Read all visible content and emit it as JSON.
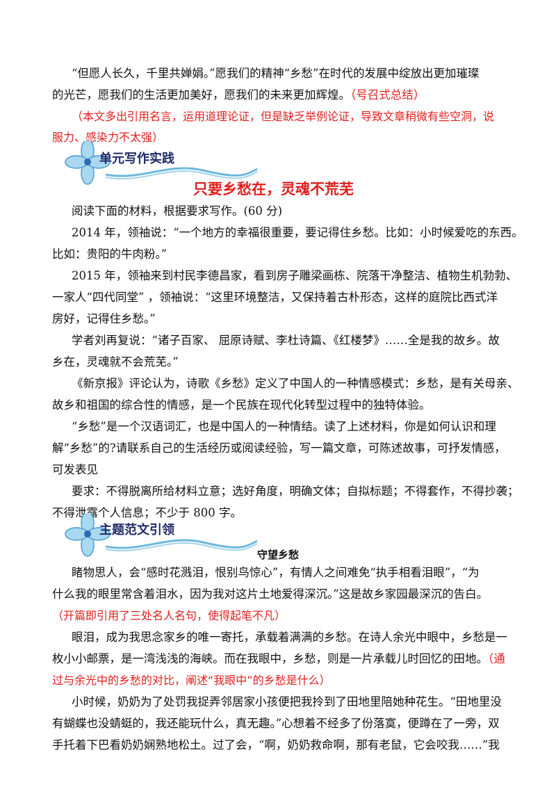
{
  "p1": {
    "l1": "“但愿人长久，千里共婵娟。”愿我们的精神“乡愁”在时代的发展中绽放出更加璀璨",
    "l2a": "的光芒，愿我们的生活更加美好，愿我们的未来更加辉煌。",
    "l2b": "（号召式总结）"
  },
  "comment1": {
    "l1": "（本文多出引用名言，运用道理论证，但是缺乏举例论证，导致文章稍微有些空洞，说",
    "l2": "服力、感染力不太强）"
  },
  "section1": {
    "heading": "单元写作实践",
    "subtitle": "只要乡愁在，灵魂不荒芜"
  },
  "task": {
    "intro": "阅读下面的材料，根据要求写作。(60 分)",
    "m1_l1": "2014 年，领袖说：“一个地方的幸福很重要，要记得住乡愁。比如：小时候爱吃的东西。",
    "m1_l2": "比如：贵阳的牛肉粉。”",
    "m2_l1": "2015 年，领袖来到村民李德昌家，看到房子雕梁画栋、院落干净整洁、植物生机勃勃、",
    "m2_l2": "一家人“四代同堂” ，领袖说：“这里环境整洁，又保持着古朴形态，这样的庭院比西式洋",
    "m2_l3": "房好，记得住乡愁。”",
    "m3_l1": "学者刘再复说：“诸子百家、 屈原诗赋、李杜诗篇、《红楼梦》……全是我的故乡。故",
    "m3_l2": "乡在，灵魂就不会荒芜。”",
    "m4_l1": "《新京报》评论认为，诗歌《乡愁》定义了中国人的一种情感模式：乡愁，是有关母亲、",
    "m4_l2": "故乡和祖国的综合性的情感，是一个民族在现代化转型过程中的独特体验。",
    "q_l1": "“乡愁”是一个汉语词汇，也是中国人的一种情结。读了上述材料，你是如何认识和理",
    "q_l2": "解“乡愁”的?请联系自己的生活经历或阅读经验，写一篇文章，可陈述故事，可抒发情感，",
    "q_l3": "可发表见",
    "req_l1": "要求：不得脱离所给材料立意；选好角度，明确文体；自拟标题；不得套作，不得抄袭；",
    "req_l2": "不得泄露个人信息；不少于 800 字。"
  },
  "section2": {
    "heading": "主题范文引领",
    "essay_title": "守望乡愁"
  },
  "essay": {
    "a_l1": "睹物思人，会“感时花溅泪，恨别鸟惊心”，有情人之间难免“执手相看泪眼”，“为",
    "a_l2": "什么我的眼里常含着泪水，因为我对这片土地爱得深沉。”这是故乡家园最深沉的告白。",
    "a_note": "（开篇即引用了三处名人名句，使得起笔不凡）",
    "b_l1": "眼泪，成为我思念家乡的唯一寄托，承载着满满的乡愁。在诗人余光中眼中，乡愁是一",
    "b_l2a": "枚小小邮票，是一湾浅浅的海峡。而在我眼中，乡愁，则是一片承载儿时回忆的田地。",
    "b_l2b": "（通",
    "b_note": "过与余光中的乡愁的对比，阐述“我眼中”的乡愁是什么）",
    "c_l1": "小时候，奶奶为了处罚我捉弄邻居家小孩便把我拎到了田地里陪她种花生。“田地里没",
    "c_l2": "有蝴蝶也没蜻蜓的，我还能玩什么，真无趣。”心想着不经多了份落寞，便蹲在了一旁，双",
    "c_l3": "手托着下巴看奶奶娴熟地松土。过了会，“啊，奶奶救命啊，那有老鼠，它会咬我……”我"
  }
}
